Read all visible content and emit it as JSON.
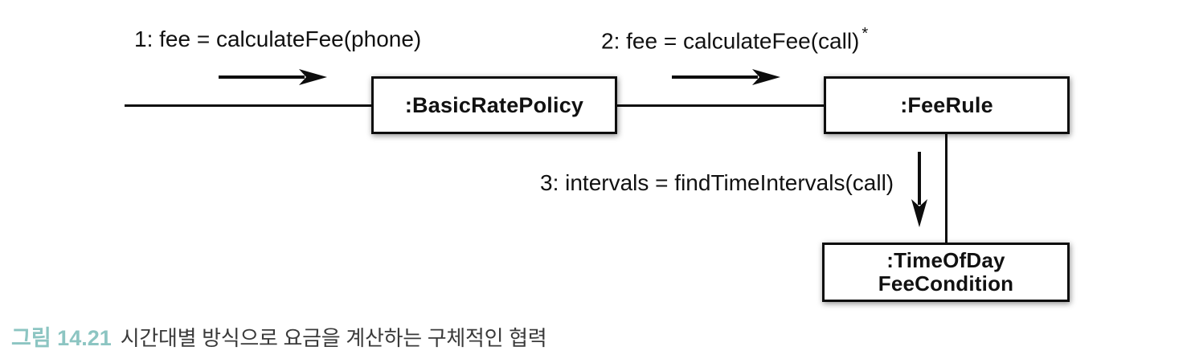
{
  "diagram": {
    "type": "uml-communication-diagram",
    "objects": [
      {
        "id": "basic-rate-policy",
        "name": ":BasicRatePolicy"
      },
      {
        "id": "fee-rule",
        "name": ":FeeRule"
      },
      {
        "id": "time-of-day-fee-condition",
        "name_line1": ":TimeOfDay",
        "name_line2": "FeeCondition"
      }
    ],
    "messages": [
      {
        "seq": "1",
        "label": "1: fee = calculateFee(phone)",
        "direction": "right",
        "to": ":BasicRatePolicy"
      },
      {
        "seq": "2",
        "label": "2: fee = calculateFee(call)",
        "iteration_marker": "*",
        "direction": "right",
        "to": ":FeeRule"
      },
      {
        "seq": "3",
        "label": "3: intervals = findTimeIntervals(call)",
        "direction": "down",
        "to": ":TimeOfDayFeeCondition"
      }
    ]
  },
  "caption": {
    "figure_label": "그림 14.21",
    "text": "시간대별 방식으로 요금을 계산하는 구체적인 협력"
  },
  "colors": {
    "line": "#0d0d0d",
    "figure_label_accent": "#8cc5c2",
    "caption_text": "#3a3a3a",
    "background": "#ffffff"
  }
}
